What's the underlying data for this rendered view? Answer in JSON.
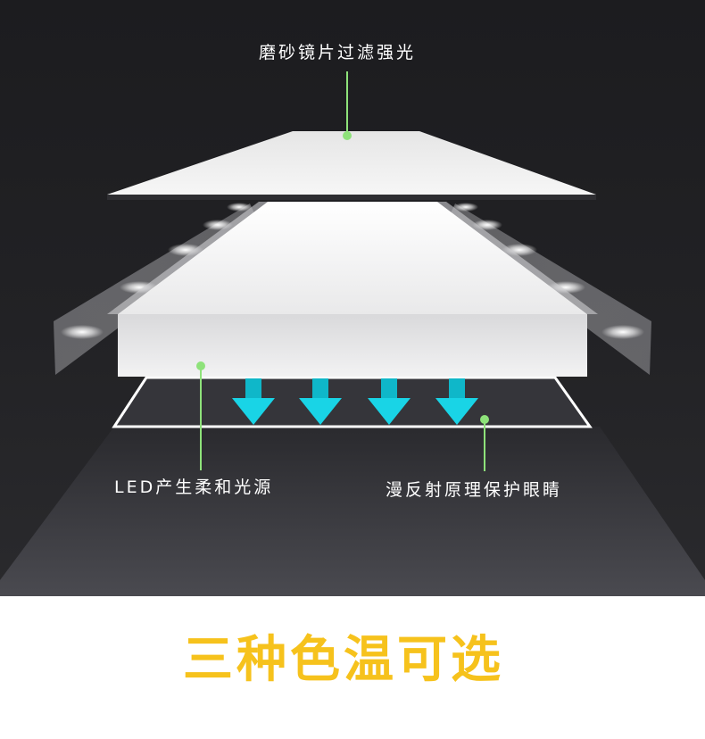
{
  "labels": {
    "top": "磨砂镜片过滤强光",
    "left": "LED产生柔和光源",
    "right": "漫反射原理保护眼睛"
  },
  "headline": "三种色温可选",
  "colors": {
    "background": "#222225",
    "callout_line": "#8ee27a",
    "arrow": "#19d4e6",
    "headline": "#f6c21c",
    "label_text": "#ffffff"
  },
  "icons": [
    "down-arrow-icon",
    "down-arrow-icon",
    "down-arrow-icon",
    "down-arrow-icon"
  ]
}
